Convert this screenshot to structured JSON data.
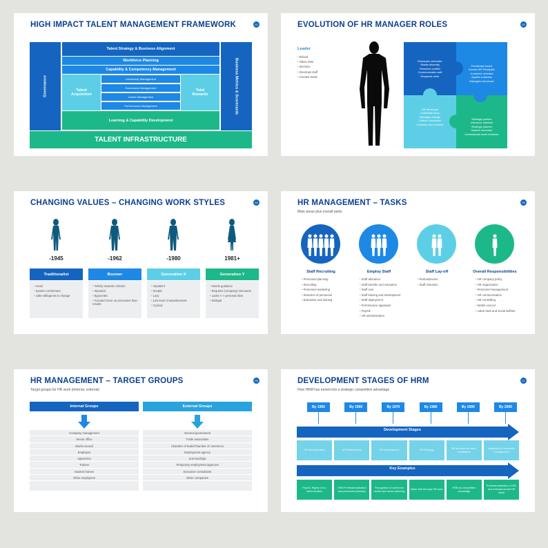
{
  "slides": {
    "s1": {
      "title": "HIGH IMPACT TALENT MANAGEMENT FRAMEWORK",
      "page": "02",
      "governance": "Governance",
      "metrics": "Business Metrics & Scorecards",
      "strategy": "Talent Strategy & Business Alignment",
      "workforce": "Workforce Planning",
      "capability": "Capability & Competency Management",
      "talent_acq": "Talent Acquisition",
      "total_rewards": "Total Rewards",
      "middle": [
        "Leadership Management",
        "Succession Management",
        "Career Management",
        "Performance Management"
      ],
      "learning": "Learning & Capability Development",
      "infrastructure": "TALENT INFRASTRUCTURE"
    },
    "s2": {
      "title": "EVOLUTION OF HR MANAGER ROLES",
      "page": "03",
      "leader_label": "Leader",
      "leader_items": [
        "Ethical",
        "Takes risks",
        "Decisive",
        "Develops staff",
        "Creates trusts"
      ],
      "q1": [
        "Employee advocate",
        "Values diversity",
        "Resolves conflict",
        "Communicates well",
        "Respects other"
      ],
      "q2": [
        "Functional expert",
        "Knows HR Principles",
        "Customer oriented",
        "Applies business",
        "Manages resources"
      ],
      "q3": [
        "HR developer",
        "Individual focus",
        "Manages change",
        "Culture Developer",
        "Coaches and mentors"
      ],
      "q4": [
        "Strategic partner",
        "Influence oriented",
        "Strategic planner",
        "System innovator",
        "Understands team behavior"
      ]
    },
    "s3": {
      "title": "CHANGING VALUES – CHANGING WORK STYLES",
      "page": "04",
      "columns": [
        {
          "year": "-1945",
          "name": "Traditionalist",
          "items": [
            "Avoid",
            "System conformant",
            "Little willingness to change"
          ]
        },
        {
          "year": "-1962",
          "name": "Boomer",
          "items": [
            "Telichy towards criticism",
            "Impartial",
            "Egocentric",
            "Focused more on processes than results"
          ]
        },
        {
          "year": "-1980",
          "name": "Generation X",
          "items": [
            "Impatient",
            "Sceptic",
            "Lazy",
            "Low level of assertiveness",
            "Cynical"
          ]
        },
        {
          "year": "1981+",
          "name": "Generation Y",
          "items": [
            "Needs guidance",
            "Requires (company) structures",
            "Lacks <-> personal drive",
            "Disloyal"
          ]
        }
      ],
      "colors": [
        "#1565c0",
        "#1e88e5",
        "#5ccfe6",
        "#1db889"
      ]
    },
    "s4": {
      "title": "HR MANAGEMENT – TASKS",
      "subtitle": "Main areas plus overall tasks",
      "page": "05",
      "columns": [
        {
          "name": "Staff Recruiting",
          "items": [
            "Personnel planning",
            "Recruiting",
            "Personnel marketing",
            "Selection of personnel",
            "Education and training"
          ]
        },
        {
          "name": "Employ Staff",
          "items": [
            "Staff allocation",
            "Staff transfer and relocation",
            "Staff care",
            "Staff training and development",
            "Staff deployment",
            "Performance appraisal",
            "Payroll",
            "HR administration"
          ]
        },
        {
          "name": "Staff Lay-off",
          "items": [
            "Redundancies",
            "Staff reduction"
          ]
        },
        {
          "name": "Overall Responsibilities",
          "items": [
            "HR company policy",
            "HR organization",
            "Personnel management",
            "HR communication",
            "HR controlling",
            "Works council",
            "Labor laws and social welfare"
          ]
        }
      ]
    },
    "s5": {
      "title": "HR MANAGEMENT – TARGET GROUPS",
      "subtitle": "Target groups for HR work (internal, external)",
      "page": "06",
      "internal_label": "Internal Groups",
      "external_label": "External Groups",
      "internal": [
        "Company management",
        "Senior office",
        "Works council",
        "Employee",
        "Apprentice",
        "Trainee",
        "Student trainee",
        "Other employees"
      ],
      "external": [
        "General government",
        "Trade association",
        "Chamber of trade/Chamber of commerce",
        "Employment agency",
        "Surroundings",
        "Temporary employment agencies",
        "Executive consultants",
        "Other companies"
      ]
    },
    "s6": {
      "title": "DEVELOPMENT STAGES OF HRM",
      "subtitle": "How HRM has turned into a strategic competitive advantage",
      "page": "07",
      "decades": [
        "By 1950",
        "By 1960",
        "By 1970",
        "By 1980",
        "By 1990",
        "By 2000"
      ],
      "stages_label": "Development Stages",
      "stages": [
        "HR Administration",
        "HR Maintenance",
        "HR Development",
        "HR Strategy",
        "HR-services as value-contribution",
        "Integration in economic management"
      ],
      "examples_label": "Key Examples",
      "examples": [
        "Payroll, Rights of co-determination",
        "HRM Professionalization and personnel planning",
        "Recognition of workforce needs and career planning",
        "Value with through HR work",
        "HRM as competitive advantage",
        "Professionalization of HR, and entrepreneurial HR value"
      ]
    }
  }
}
